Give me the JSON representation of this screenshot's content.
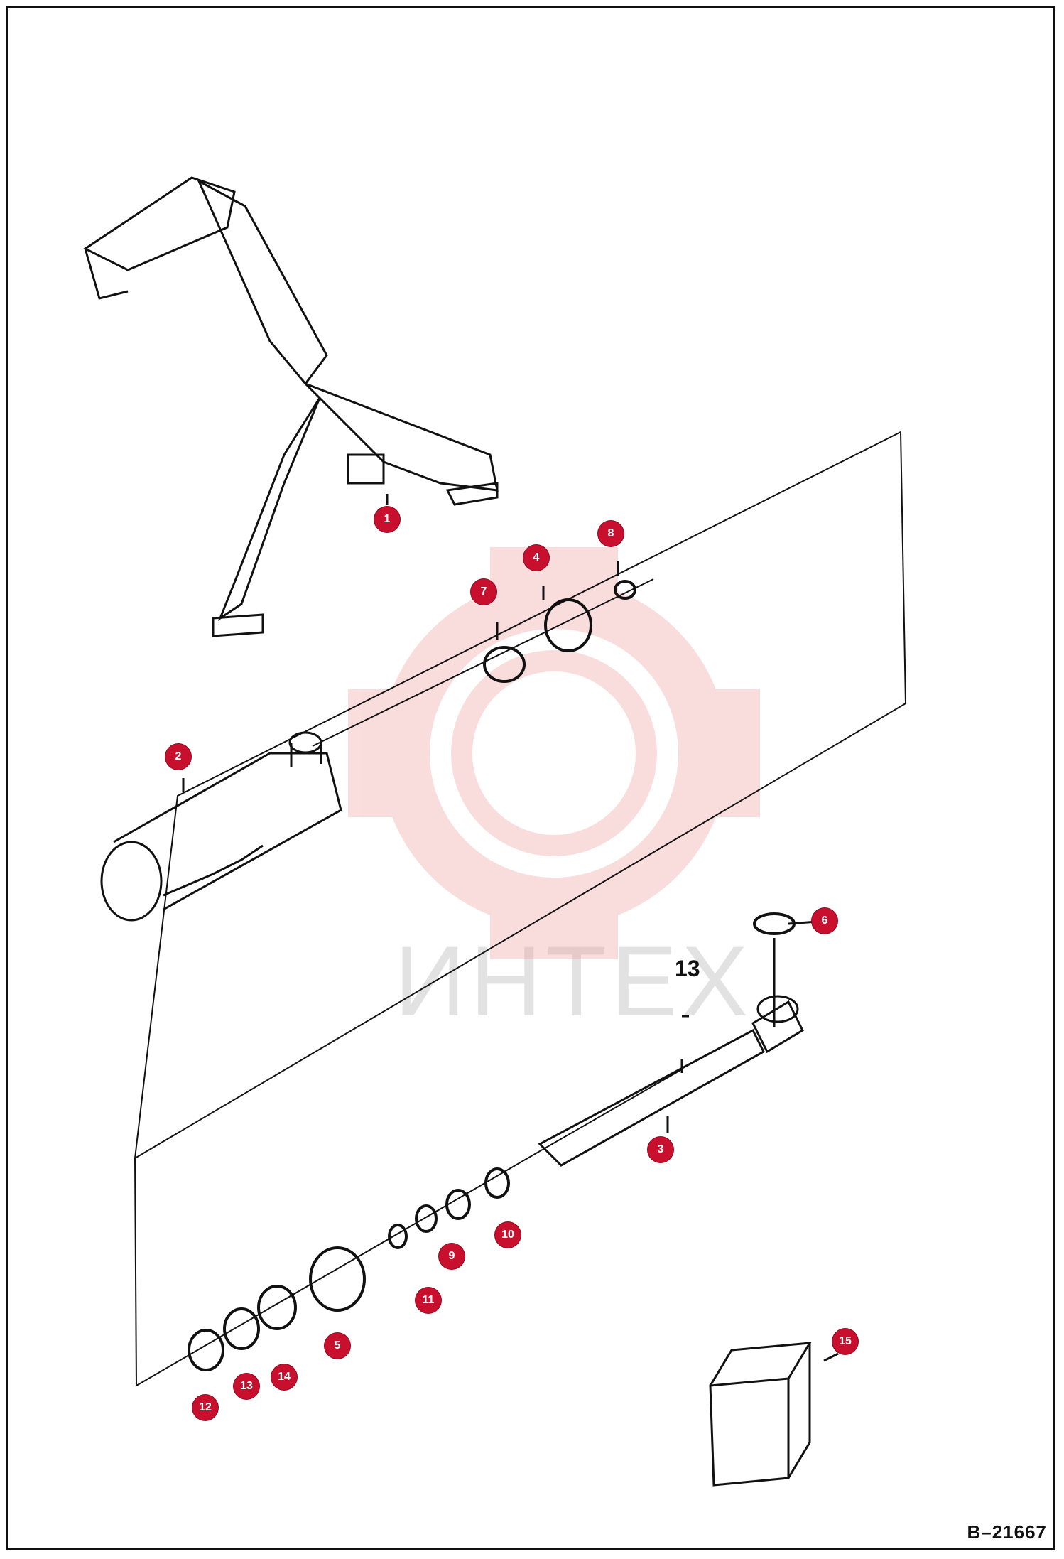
{
  "watermark": {
    "text": "ИНТЕХ"
  },
  "callouts": [
    "1",
    "2",
    "3",
    "4",
    "5",
    "6",
    "7",
    "8",
    "9",
    "10",
    "11",
    "12",
    "13",
    "14",
    "15"
  ],
  "plain_label": "13",
  "drawing_id": "B–21667",
  "colors": {
    "callout": "#c8102e",
    "watermark": "#f4c4c4",
    "line": "#111111"
  }
}
